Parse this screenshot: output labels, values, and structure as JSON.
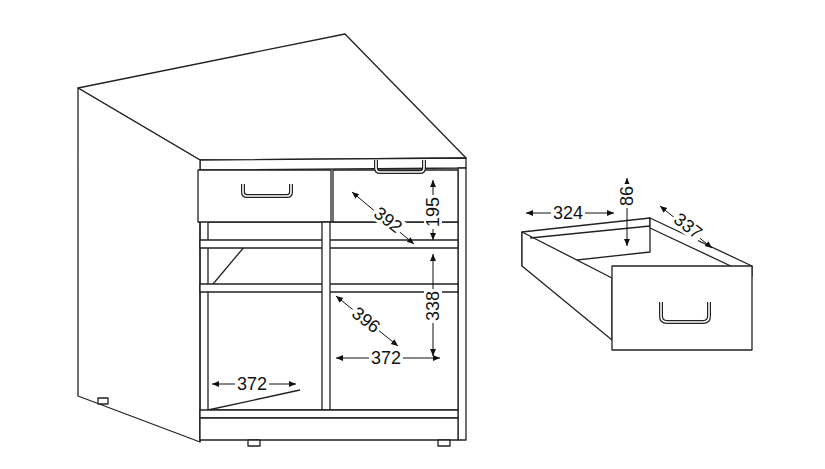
{
  "diagram": {
    "labels": [
      "392",
      "195",
      "396",
      "338",
      "372",
      "372",
      "324",
      "86",
      "337"
    ]
  }
}
